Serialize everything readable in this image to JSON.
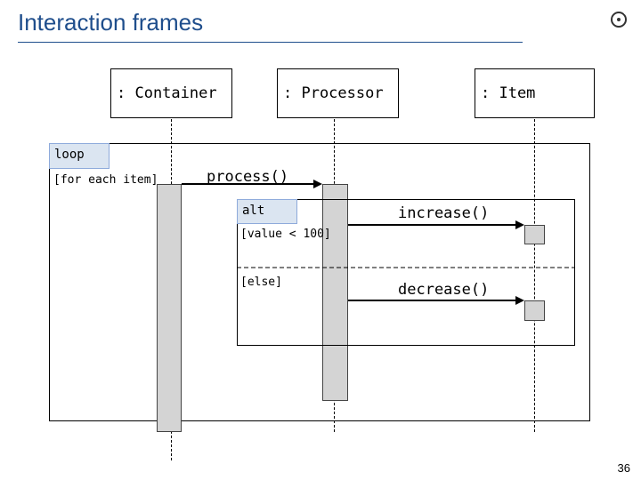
{
  "slide": {
    "title": "Interaction frames",
    "page_number": "36"
  },
  "lifelines": {
    "container": ": Container",
    "processor": ": Processor",
    "item": ": Item"
  },
  "frames": {
    "loop": {
      "operator": "loop",
      "guard": "[for each item]"
    },
    "alt": {
      "operator": "alt",
      "guard_1": "[value < 100]",
      "guard_2": "[else]"
    }
  },
  "messages": {
    "process": "process()",
    "increase": "increase()",
    "decrease": "decrease()"
  },
  "colors": {
    "title": "#1f4e8c",
    "tag_fill": "#dbe5f1",
    "activation_fill": "#d4d4d4"
  }
}
